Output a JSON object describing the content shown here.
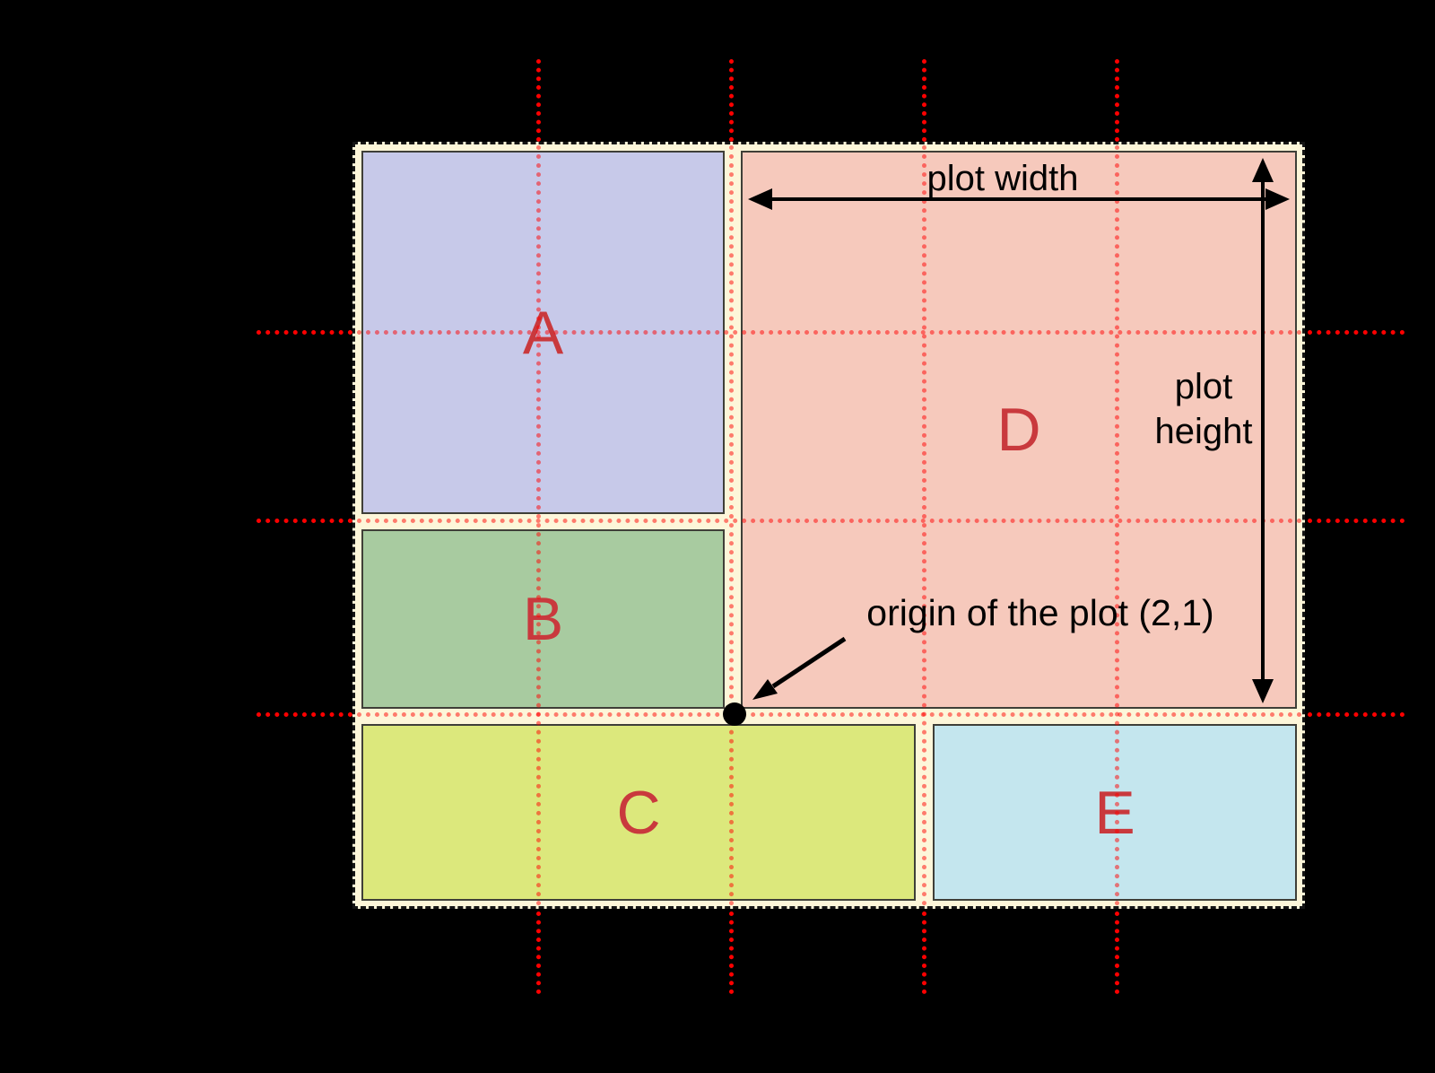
{
  "figure": {
    "panels": [
      {
        "label": "A",
        "color": "#c7c9e9"
      },
      {
        "label": "B",
        "color": "#a8cba0"
      },
      {
        "label": "C",
        "color": "#dce87c"
      },
      {
        "label": "D",
        "color": "#f6c9bc"
      },
      {
        "label": "E",
        "color": "#c4e6ee"
      }
    ],
    "annotations": {
      "plot_width": "plot width",
      "plot_height_line1": "plot",
      "plot_height_line2": "height",
      "origin_label": "origin of the plot (2,1)"
    },
    "grid": {
      "style": "red dotted guide lines",
      "vertical_line_count": 4,
      "horizontal_line_count": 3
    },
    "colors": {
      "background": "#000000",
      "canvas": "#fdf6d9",
      "grid_line": "#ff0000",
      "panel_label": "#c9393d",
      "annotation_text": "#000000"
    }
  }
}
